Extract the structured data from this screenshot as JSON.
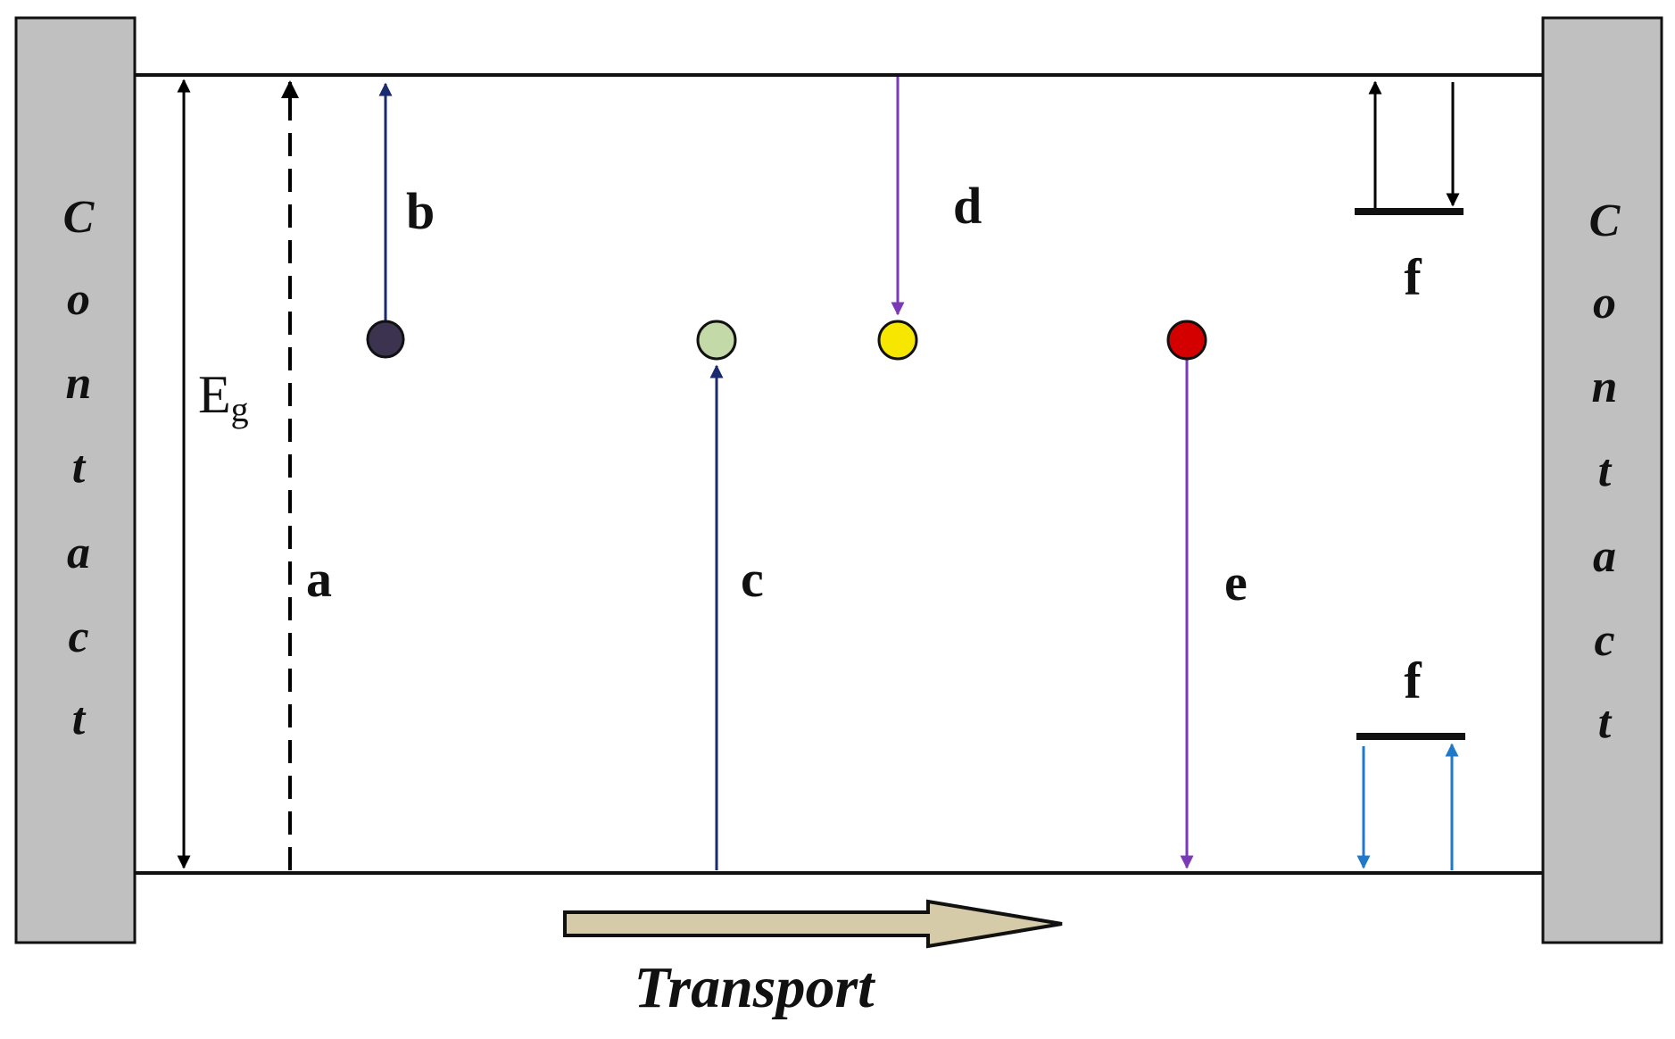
{
  "contact_left": [
    "C",
    "o",
    "n",
    "t",
    "a",
    "c",
    "t"
  ],
  "contact_right": [
    "C",
    "o",
    "n",
    "t",
    "a",
    "c",
    "t"
  ],
  "labels": {
    "eg_main": "E",
    "eg_sub": "g",
    "a": "a",
    "b": "b",
    "c": "c",
    "d": "d",
    "e": "e",
    "f_top": "f",
    "f_bottom": "f"
  },
  "transport_label": "Transport",
  "colors": {
    "contact_fill": "#c0c0c0",
    "navy": "#1a2a6e",
    "purple": "#7a3ab8",
    "blue": "#1f78c8",
    "arrow_fill": "#d6cba8",
    "dot_dark": "#3b3350",
    "dot_green": "#c3d9a8",
    "dot_yellow": "#f7e600",
    "dot_red": "#d40000"
  }
}
